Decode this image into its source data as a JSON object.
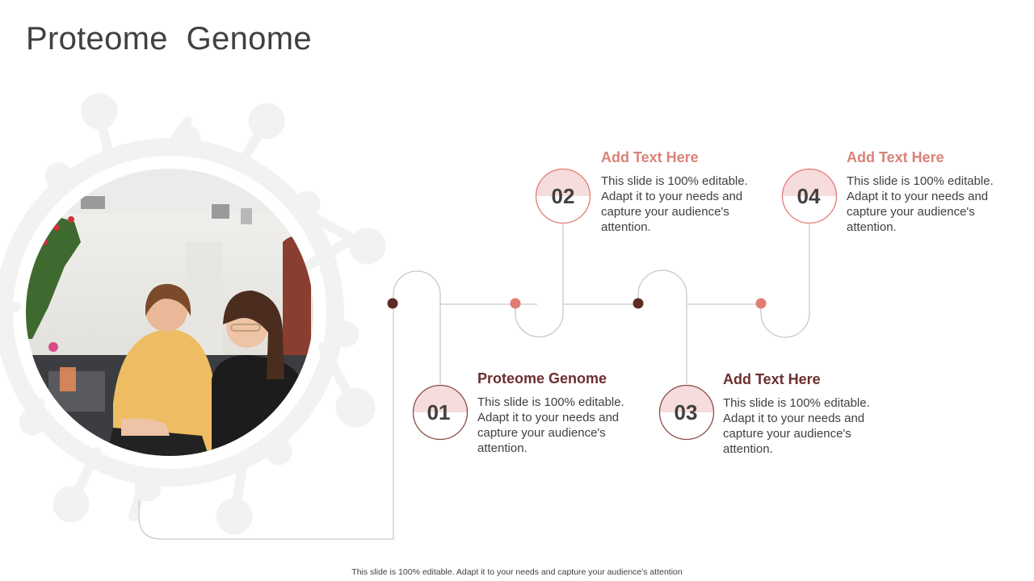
{
  "slide": {
    "title": "Proteome  Genome",
    "footer": "This slide is 100% editable.  Adapt it to your needs and capture your audience's attention"
  },
  "steps": [
    {
      "number": "01",
      "title": "Proteome Genome",
      "body": "This slide is 100% editable. Adapt it to your needs and capture your audience's attention."
    },
    {
      "number": "02",
      "title": "Add Text Here",
      "body": "This slide is 100% editable. Adapt it to your needs and capture your audience's attention."
    },
    {
      "number": "03",
      "title": "Add Text Here",
      "body": "This slide is 100% editable. Adapt it to your needs and capture your audience's attention."
    },
    {
      "number": "04",
      "title": "Add Text Here",
      "body": "This slide is 100% editable. Adapt it to your needs and capture your audience's attention."
    }
  ],
  "colors": {
    "accent_dark": "#6b2f2f",
    "accent_light": "#d98277",
    "circle_fill": "#f6dcdc",
    "line": "#c9c9c9",
    "text": "#404040"
  }
}
